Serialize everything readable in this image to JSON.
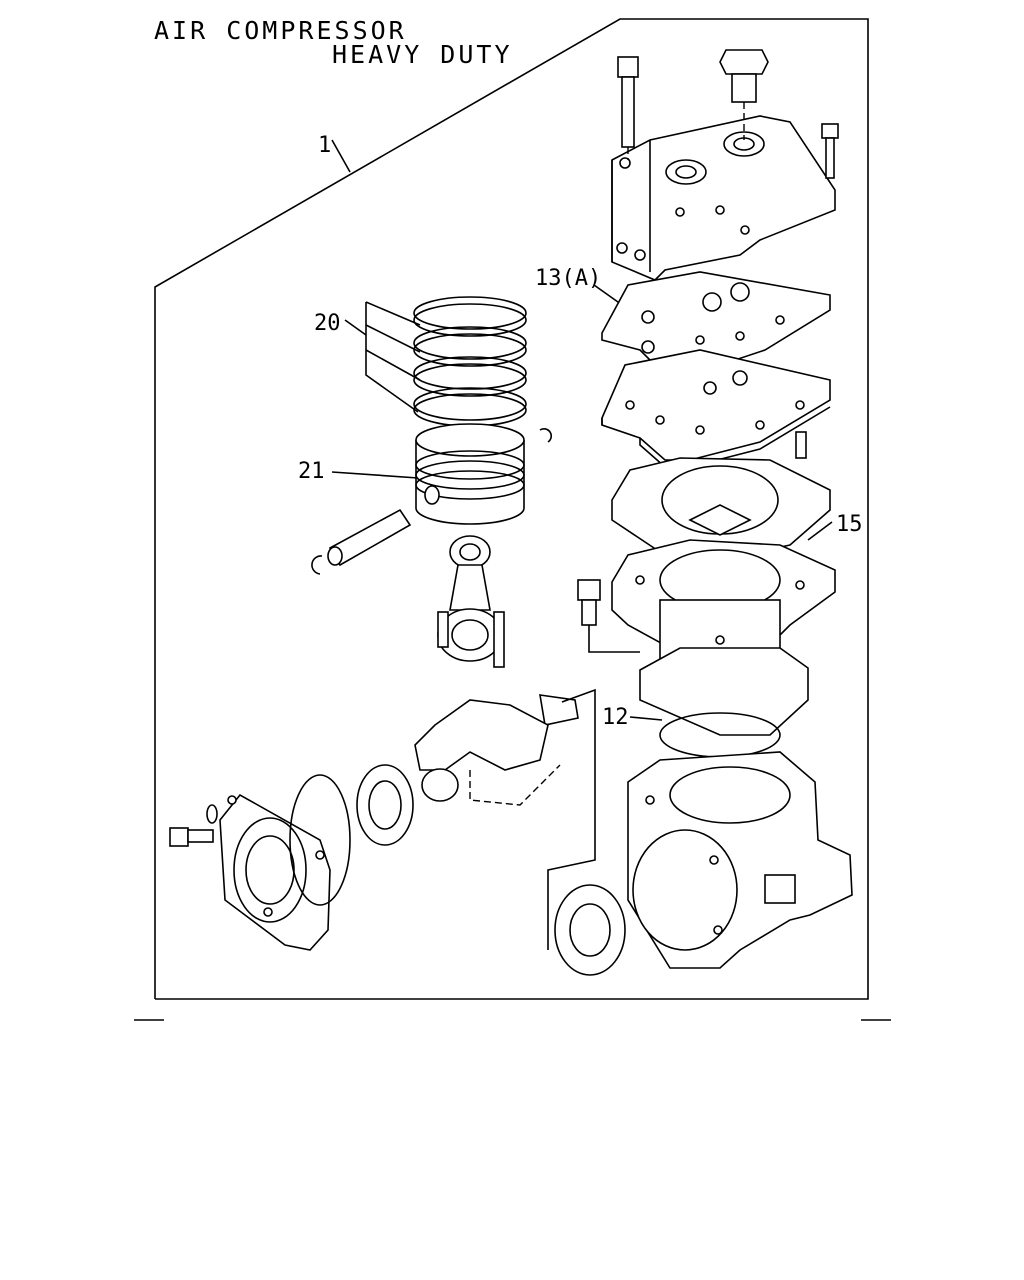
{
  "title": {
    "line1": "AIR COMPRESSOR",
    "line2": "HEAVY DUTY"
  },
  "callouts": {
    "assembly": "1",
    "rings": "20",
    "piston": "21",
    "head_gasket": "13(A)",
    "cylinder": "15",
    "oring": "12"
  }
}
